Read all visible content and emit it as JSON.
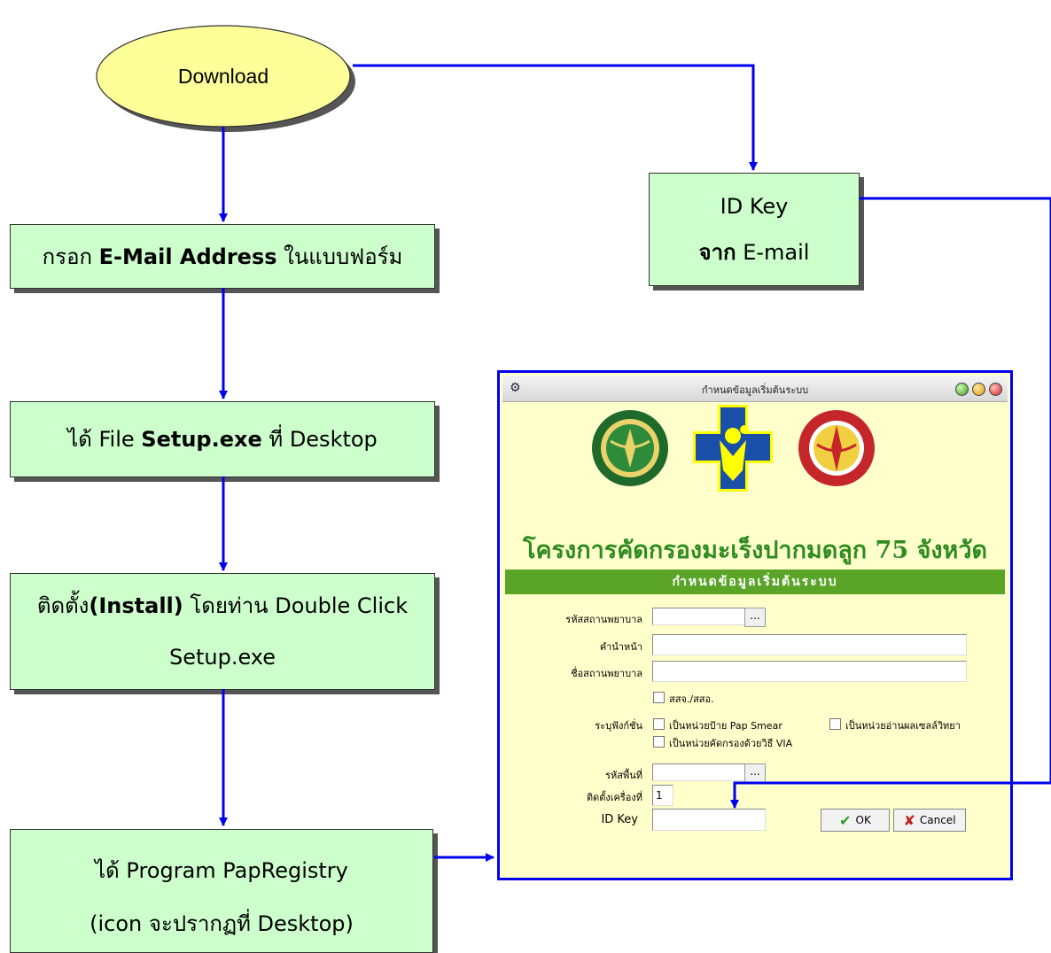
{
  "flow": {
    "start": "Download",
    "step1": {
      "pre": "กรอก ",
      "bold": "E-Mail Address",
      "post": " ในแบบฟอร์ม"
    },
    "step2": {
      "pre": "ได้ File ",
      "bold": "Setup.exe",
      "post": " ที่ Desktop"
    },
    "step3": {
      "pre": "ติดตั้ง",
      "bold": "(Install)",
      "post": " โดยท่าน Double Click",
      "line2": "Setup.exe"
    },
    "step4": {
      "line1": "ได้ Program PapRegistry",
      "line2": "(icon จะปรากฏที่ Desktop)"
    },
    "idkey": {
      "line1": "ID Key",
      "bold": "จาก",
      "post": " E-mail"
    }
  },
  "dialog": {
    "title": "กำหนดข้อมูลเริ่มต้นระบบ",
    "project_title": "โครงการคัดกรองมะเร็งปากมดลูก 75 จังหวัด",
    "section_header": "กำหนดข้อมูลเริ่มต้นระบบ",
    "labels": {
      "hospital_code": "รหัสสถานพยาบาล",
      "prefix": "คำนำหน้า",
      "hospital_name": "ชื่อสถานพยาบาล",
      "functions": "ระบุฟังก์ชั่น",
      "area_code": "รหัสพื้นที่",
      "machine_install": "ติดตั้งเครื่องที่",
      "id_key": "ID Key"
    },
    "values": {
      "machine_install": "1",
      "browse": "..."
    },
    "checkboxes": {
      "office": "สสจ./สสอ.",
      "pap_smear": "เป็นหน่วยป้าย Pap Smear",
      "cytology": "เป็นหน่วยอ่านผลเซลล์วิทยา",
      "via": "เป็นหน่วยคัดกรองด้วยวิธี VIA"
    },
    "buttons": {
      "ok": "OK",
      "cancel": "Cancel"
    }
  },
  "colors": {
    "box_fill": "#ccffcc",
    "arrow": "#0000ee",
    "oval_fill": "#ffff99",
    "dialog_bg": "#ffffcc",
    "bar": "#5aa428"
  }
}
